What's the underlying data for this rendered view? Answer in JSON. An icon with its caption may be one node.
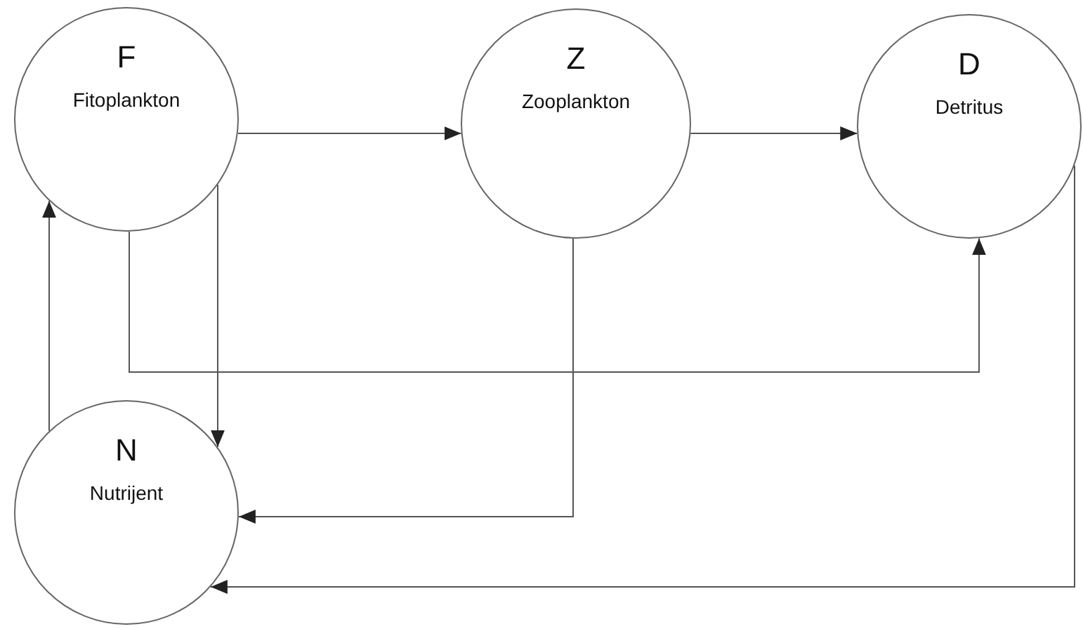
{
  "diagram": {
    "nodes": [
      {
        "text": [
          "F",
          "Fitoplankton"
        ]
      },
      {
        "text": [
          "Z",
          "Zooplankton"
        ]
      },
      {
        "text": [
          "D",
          "Detritus"
        ]
      },
      {
        "text": [
          "N",
          "Nutrijent"
        ]
      }
    ],
    "edges": [
      {
        "from": 0,
        "to": 1,
        "arrow": "to"
      },
      {
        "from": 1,
        "to": 2,
        "arrow": "to"
      },
      {
        "from": 0,
        "to": 3,
        "arrow": "to"
      },
      {
        "from": 0,
        "to": 2,
        "arrow": "to"
      },
      {
        "from": 1,
        "to": 3,
        "arrow": "to"
      },
      {
        "from": 2,
        "to": 3,
        "arrow": "to"
      },
      {
        "from": 3,
        "to": 0,
        "arrow": "to"
      }
    ]
  }
}
